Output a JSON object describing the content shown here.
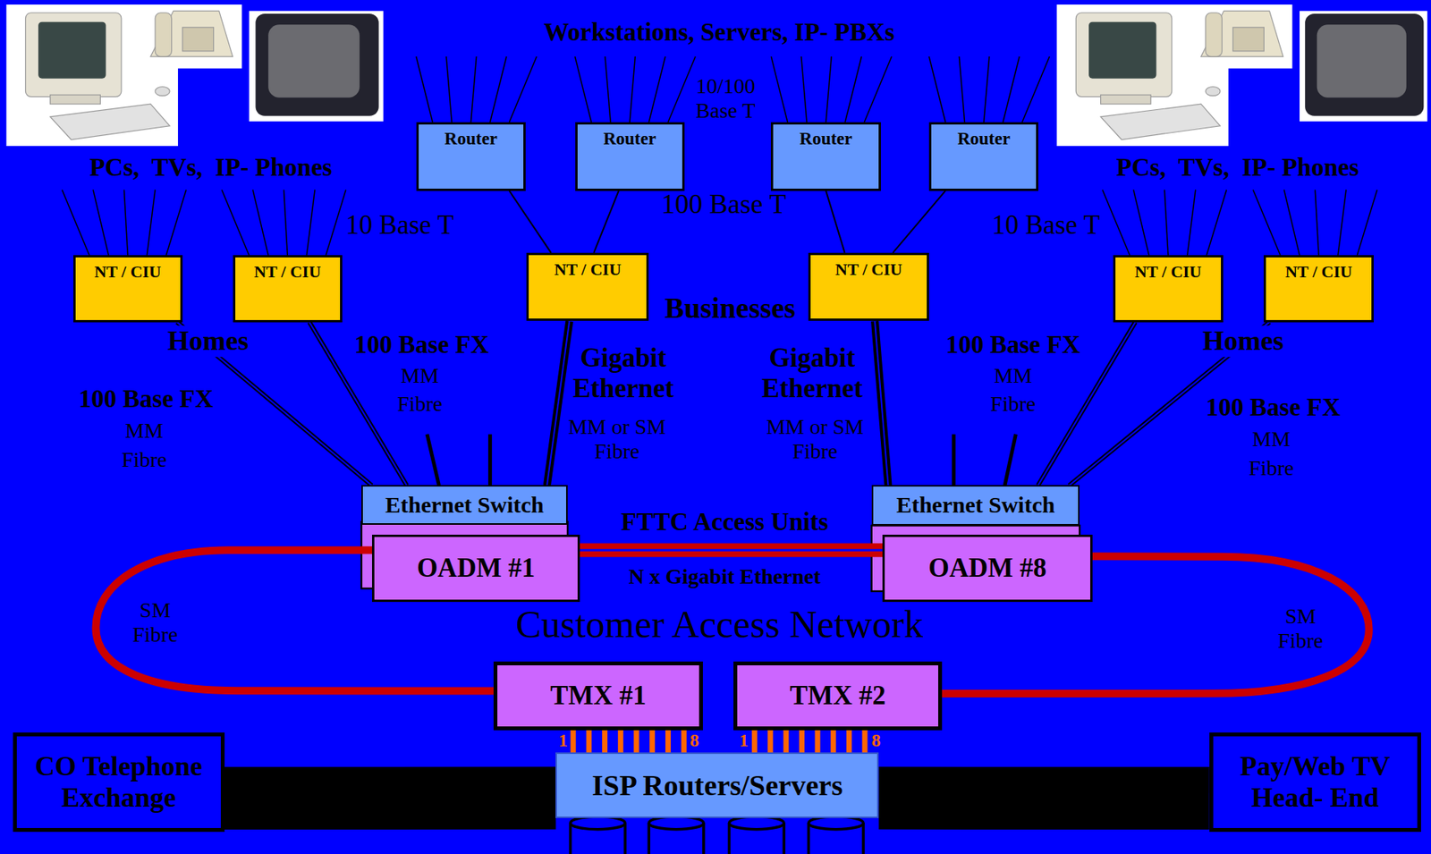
{
  "diagram": {
    "nodes": [
      {
        "text": [
          "Router"
        ]
      },
      {
        "text": [
          "Router"
        ]
      },
      {
        "text": [
          "Router"
        ]
      },
      {
        "text": [
          "Router"
        ]
      },
      {
        "text": [
          "NT / CIU"
        ]
      },
      {
        "text": [
          "NT / CIU"
        ]
      },
      {
        "text": [
          "NT / CIU"
        ]
      },
      {
        "text": [
          "NT / CIU"
        ]
      },
      {
        "text": [
          "NT / CIU"
        ]
      },
      {
        "text": [
          "NT / CIU"
        ]
      },
      {
        "text": [
          "Ethernet Switch"
        ]
      },
      {
        "text": [
          "OADM #1"
        ]
      },
      {
        "text": [
          "Ethernet Switch"
        ]
      },
      {
        "text": [
          "OADM #8"
        ]
      },
      {
        "text": [
          "TMX #1"
        ]
      },
      {
        "text": [
          "TMX #2"
        ]
      },
      {
        "text": [
          "CO Telephone Exchange"
        ]
      },
      {
        "text": [
          "ISP Routers/Servers"
        ]
      },
      {
        "text": [
          "Pay/Web TV Head- End"
        ]
      }
    ],
    "edges": [
      {
        "from": 0,
        "to": 6,
        "arrow": "none"
      },
      {
        "from": 1,
        "to": 6,
        "arrow": "none"
      },
      {
        "from": 2,
        "to": 7,
        "arrow": "none"
      },
      {
        "from": 3,
        "to": 7,
        "arrow": "none"
      },
      {
        "from": 4,
        "to": 10,
        "arrow": "none"
      },
      {
        "from": 5,
        "to": 10,
        "arrow": "none"
      },
      {
        "from": 6,
        "to": 10,
        "arrow": "none"
      },
      {
        "from": 7,
        "to": 12,
        "arrow": "none"
      },
      {
        "from": 8,
        "to": 12,
        "arrow": "none"
      },
      {
        "from": 9,
        "to": 12,
        "arrow": "none"
      },
      {
        "from": 11,
        "to": 13,
        "arrow": "none"
      },
      {
        "from": 11,
        "to": 14,
        "arrow": "none"
      },
      {
        "from": 13,
        "to": 15,
        "arrow": "none"
      },
      {
        "from": 14,
        "to": 17,
        "arrow": "none"
      },
      {
        "from": 15,
        "to": 17,
        "arrow": "none"
      },
      {
        "from": 16,
        "to": 17,
        "arrow": "none"
      },
      {
        "from": 17,
        "to": 18,
        "arrow": "none"
      }
    ],
    "labels": [
      "Workstations, Servers, IP- PBXs",
      "10/100 Base T",
      "100 Base T",
      "PCs,  TVs,  IP- Phones",
      "PCs,  TVs,  IP- Phones",
      "10 Base T",
      "10 Base T",
      "Homes",
      "Businesses",
      "Homes",
      "100 Base FX",
      "MM",
      "Fibre",
      "100 Base FX",
      "MM",
      "Fibre",
      "Gigabit Ethernet",
      "MM or SM Fibre",
      "Gigabit Ethernet",
      "MM or SM Fibre",
      "100 Base FX",
      "MM",
      "Fibre",
      "100 Base FX",
      "MM",
      "Fibre",
      "FTTC Access Units",
      "N x Gigabit Ethernet",
      "SM Fibre",
      "SM Fibre",
      "Customer Access Network",
      "1",
      "8",
      "1",
      "8"
    ]
  }
}
